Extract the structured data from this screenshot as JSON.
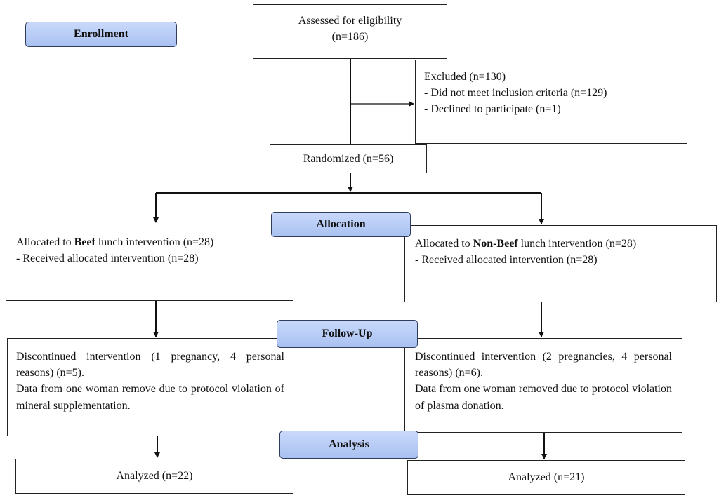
{
  "stages": {
    "enrollment": "Enrollment",
    "allocation": "Allocation",
    "follow_up": "Follow-Up",
    "analysis": "Analysis"
  },
  "assessed": {
    "line1": "Assessed for eligibility",
    "line2": "(n=186)"
  },
  "excluded": {
    "title": "Excluded (n=130)",
    "reasons": [
      "- Did not meet inclusion criteria (n=129)",
      "- Declined to participate (n=1)"
    ]
  },
  "randomized": "Randomized (n=56)",
  "allocated_beef": {
    "prefix": "Allocated to ",
    "group": "Beef",
    "suffix": " lunch intervention (n=28)",
    "received": "- Received allocated intervention (n=28)"
  },
  "allocated_nonbeef": {
    "prefix": "Allocated to ",
    "group": "Non-Beef",
    "suffix": " lunch intervention (n=28)",
    "received": "- Received allocated intervention (n=28)"
  },
  "followup_beef": {
    "discontinued": "Discontinued intervention (1 pregnancy, 4 personal reasons) (n=5).",
    "removed": "Data from one woman remove due to protocol violation of mineral supplementation."
  },
  "followup_nonbeef": {
    "discontinued": "Discontinued intervention (2 pregnancies, 4 personal reasons) (n=6).",
    "removed": "Data from one woman removed due to protocol violation of plasma donation."
  },
  "analyzed_beef": "Analyzed (n=22)",
  "analyzed_nonbeef": "Analyzed (n=21)"
}
